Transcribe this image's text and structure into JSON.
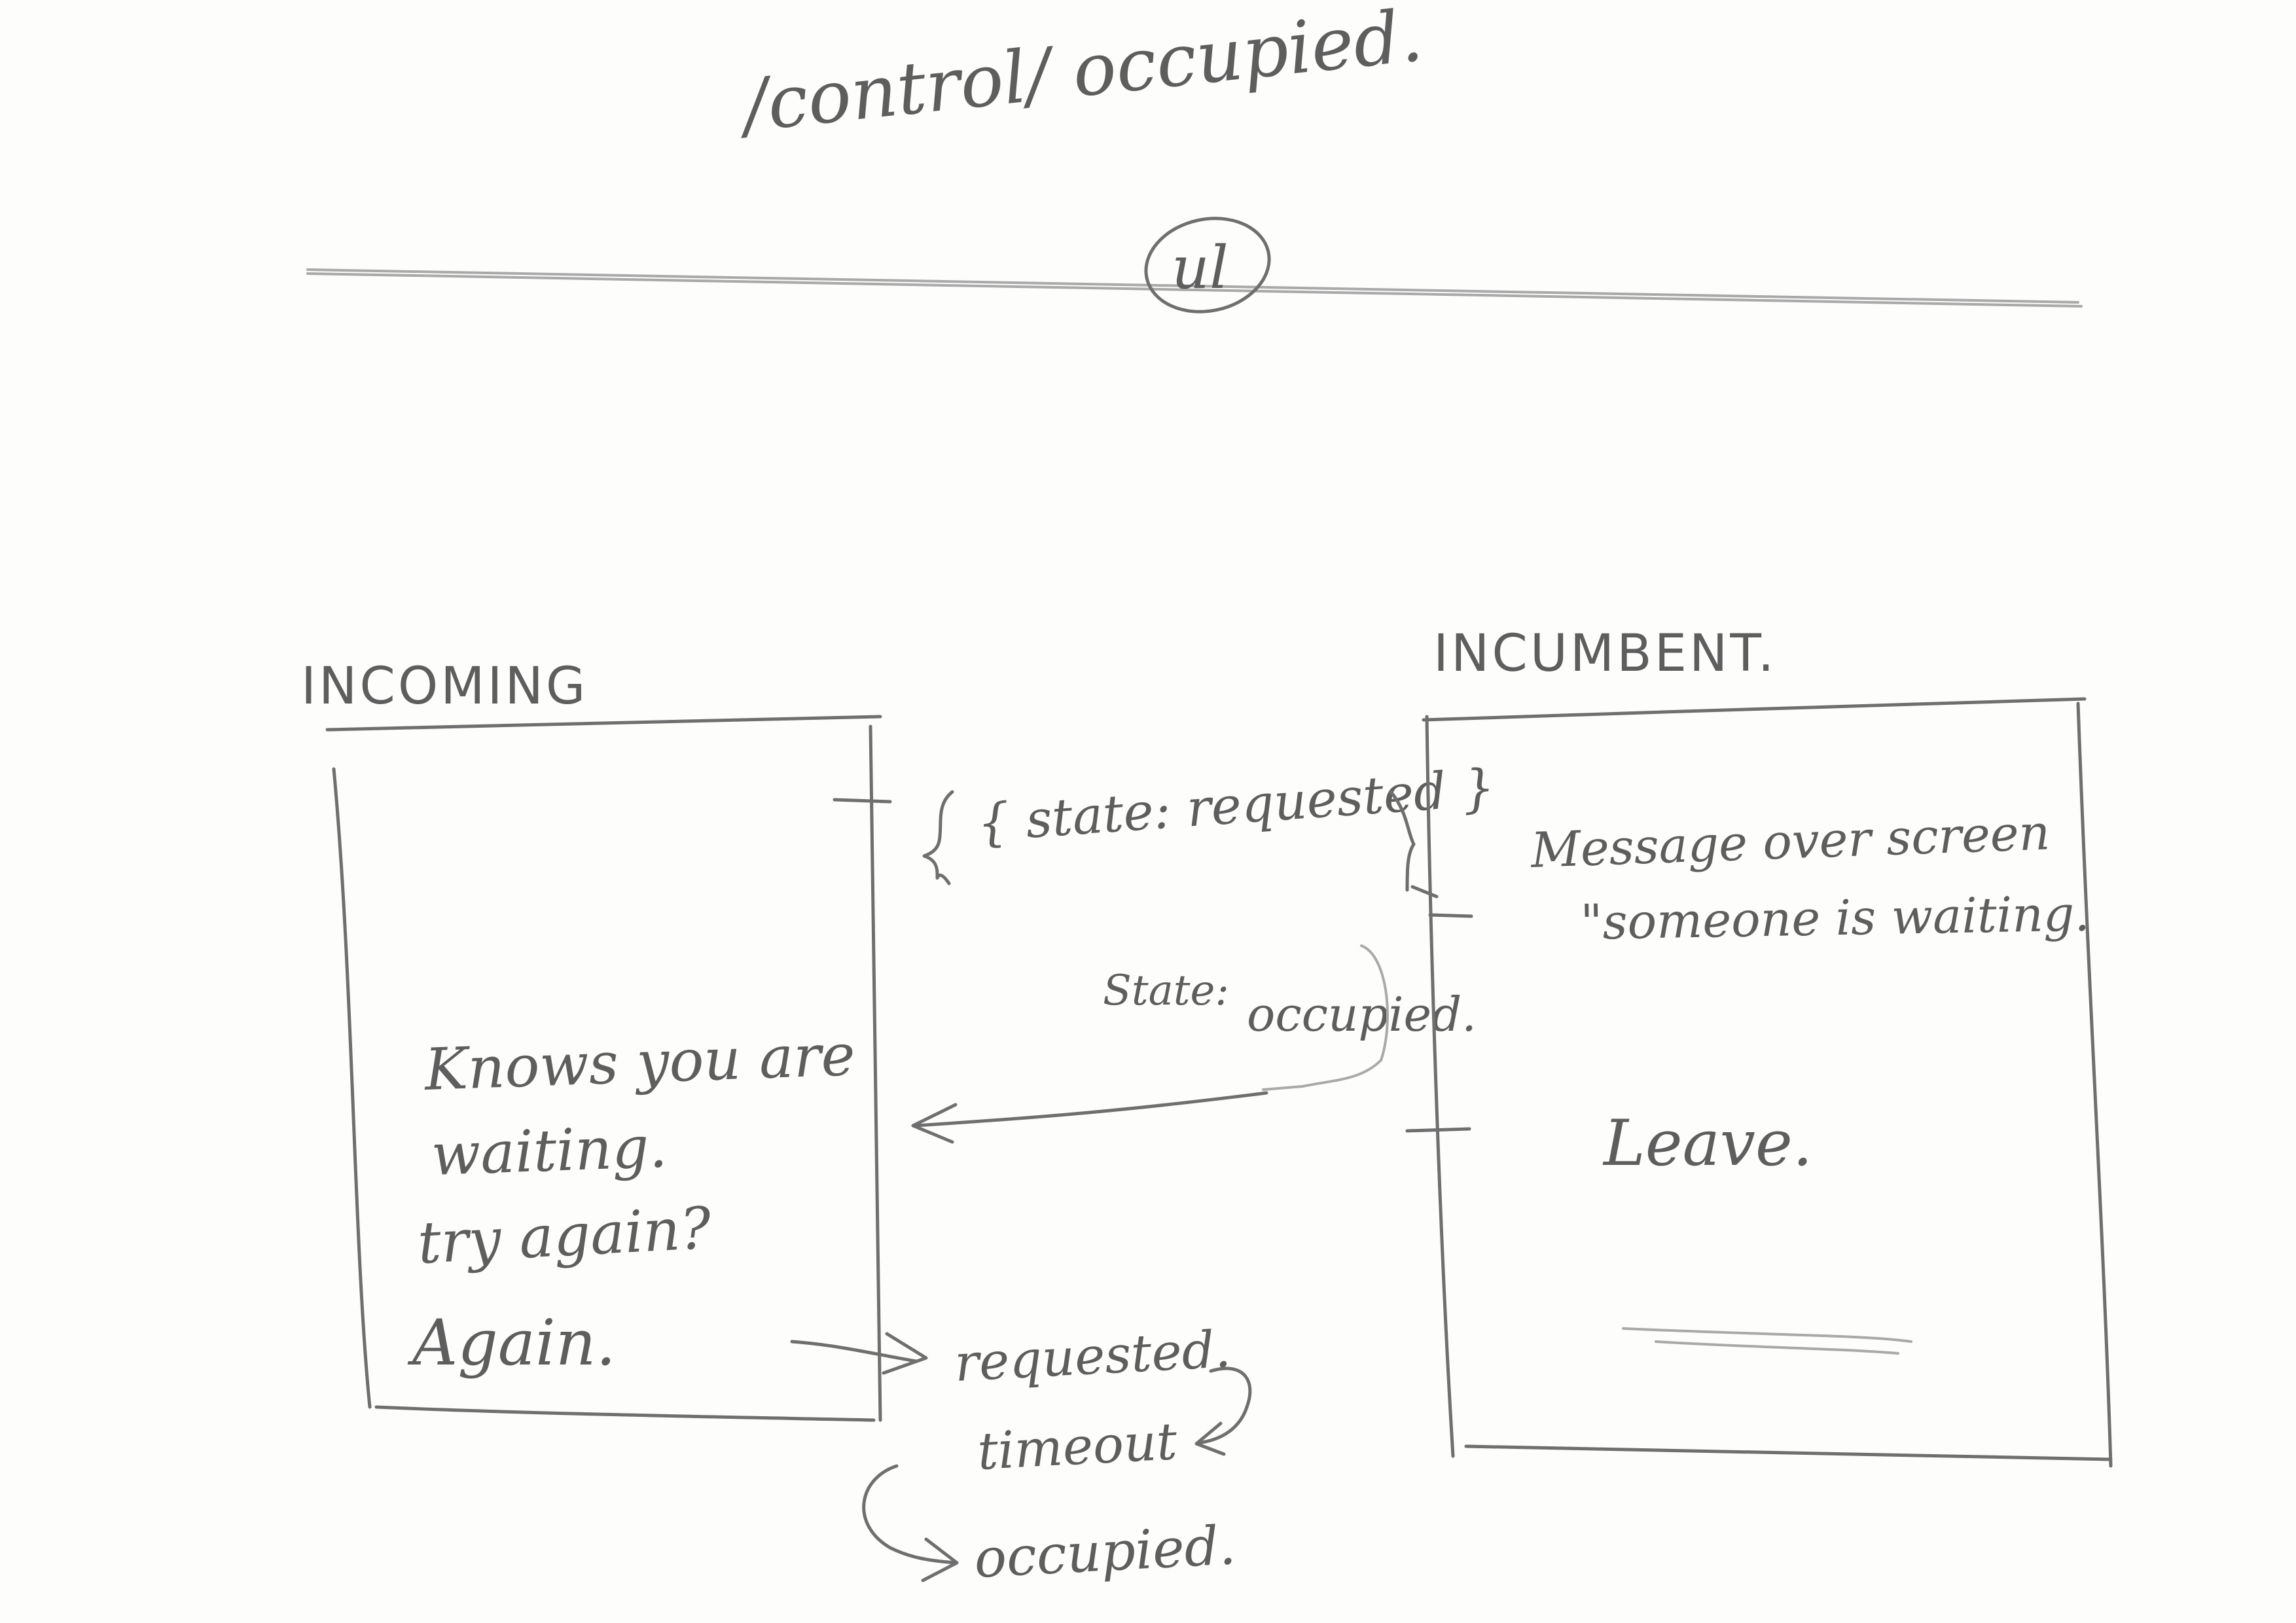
{
  "title": "/control/ occupied.",
  "header_circle_label": "ul",
  "incoming": {
    "heading": "INCOMING",
    "lines": [
      "Knows you are",
      "waiting.",
      "try again?"
    ],
    "again_button": "Again."
  },
  "incumbent": {
    "heading": "INCUMBENT.",
    "message_line1": "Message over screen",
    "message_line2": "\"someone is waiting.",
    "leave_button": "Leave."
  },
  "states": {
    "requested_msg": "{ state: requested }",
    "occupied_label": "State:",
    "occupied_value": "occupied.",
    "seq_requested": "requested.",
    "seq_timeout": "timeout",
    "seq_occupied": "occupied."
  }
}
